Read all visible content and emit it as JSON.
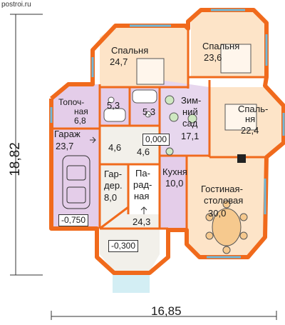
{
  "site": "postroi.ru",
  "dimensions": {
    "height": "18,82",
    "width": "16,85"
  },
  "rooms": {
    "spalnya1": {
      "name": "Спальня",
      "area": "24,7"
    },
    "spalnya2": {
      "name": "Спальня",
      "area": "23,6"
    },
    "spalnya3": {
      "name1": "Спаль-",
      "name2": "ня",
      "area": "22,4"
    },
    "topochnaya": {
      "name1": "Топоч-",
      "name2": "ная",
      "area": "6,8"
    },
    "garage": {
      "name": "Гараж",
      "area": "23,7"
    },
    "bath1": {
      "area": "5,3"
    },
    "bath2": {
      "area": "5,3"
    },
    "winter_garden": {
      "name1": "Зим-",
      "name2": "ний",
      "name3": "сад",
      "area": "17,1"
    },
    "hall_a": {
      "area": "4,6"
    },
    "hall_b": {
      "area": "4,6"
    },
    "garderob": {
      "name1": "Гар-",
      "name2": "дер.",
      "area": "8,0"
    },
    "paradnaya": {
      "name1": "Па-",
      "name2": "рад-",
      "name3": "ная",
      "area": "24,3"
    },
    "kitchen": {
      "name": "Кухня",
      "area": "10,0"
    },
    "living": {
      "name1": "Гостиная-",
      "name2": "столовая",
      "area": "30,0"
    }
  },
  "levels": {
    "main": "0,000",
    "garage": "-0,750",
    "porch": "-0,300"
  },
  "colors": {
    "wall": "#f06a1c",
    "bedroom": "#fde4c8",
    "service": "#e4cde9",
    "garden": "#e7d7ee",
    "hall": "#f2f0ea"
  }
}
